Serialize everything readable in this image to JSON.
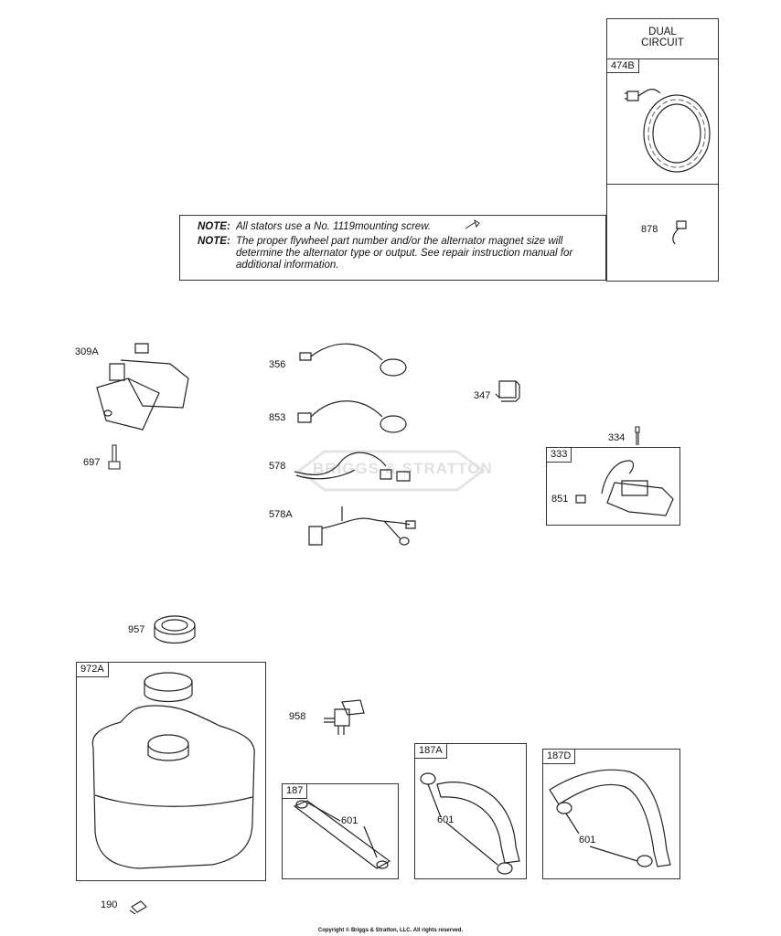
{
  "dual_circuit": {
    "title_line1": "DUAL",
    "title_line2": "CIRCUIT",
    "part_474B": "474B",
    "part_878": "878"
  },
  "notes": [
    {
      "key": "NOTE:",
      "text": "All stators use a No. 1119mounting screw."
    },
    {
      "key": "NOTE:",
      "text": "The proper flywheel part number and/or the alternator magnet size will determine the alternator type or output. See repair instruction manual for additional information."
    }
  ],
  "watermark": "BRIGGS & STRATTON",
  "parts": {
    "p309A": "309A",
    "p697": "697",
    "p356": "356",
    "p853": "853",
    "p578": "578",
    "p578A": "578A",
    "p347": "347",
    "p334": "334",
    "p333": "333",
    "p851": "851",
    "p957": "957",
    "p972A": "972A",
    "p958": "958",
    "p187": "187",
    "p601a": "601",
    "p187A": "187A",
    "p601b": "601",
    "p187D": "187D",
    "p601c": "601",
    "p190": "190"
  },
  "copyright": "Copyright © Briggs & Stratton, LLC. All rights reserved."
}
